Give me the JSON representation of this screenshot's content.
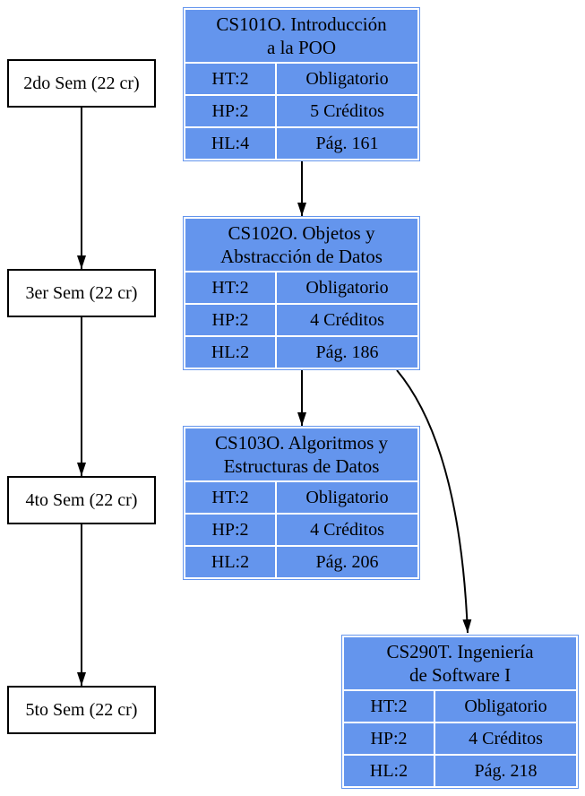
{
  "colors": {
    "card_fill": "#6495ED",
    "node_border": "#000000",
    "edge": "#000000",
    "background": "#ffffff"
  },
  "semesters": [
    {
      "label": "2do Sem (22 cr)"
    },
    {
      "label": "3er Sem (22 cr)"
    },
    {
      "label": "4to Sem (22 cr)"
    },
    {
      "label": "5to Sem (22 cr)"
    }
  ],
  "courses": [
    {
      "title_lines": [
        "CS101O. Introducción",
        "a la POO"
      ],
      "rows": [
        [
          "HT:2",
          "Obligatorio"
        ],
        [
          "HP:2",
          "5 Créditos"
        ],
        [
          "HL:4",
          "Pág. 161"
        ]
      ]
    },
    {
      "title_lines": [
        "CS102O. Objetos y",
        "Abstracción de Datos"
      ],
      "rows": [
        [
          "HT:2",
          "Obligatorio"
        ],
        [
          "HP:2",
          "4 Créditos"
        ],
        [
          "HL:2",
          "Pág. 186"
        ]
      ]
    },
    {
      "title_lines": [
        "CS103O. Algoritmos y",
        "Estructuras de Datos"
      ],
      "rows": [
        [
          "HT:2",
          "Obligatorio"
        ],
        [
          "HP:2",
          "4 Créditos"
        ],
        [
          "HL:2",
          "Pág. 206"
        ]
      ]
    },
    {
      "title_lines": [
        "CS290T. Ingeniería",
        "de Software I"
      ],
      "rows": [
        [
          "HT:2",
          "Obligatorio"
        ],
        [
          "HP:2",
          "4 Créditos"
        ],
        [
          "HL:2",
          "Pág. 218"
        ]
      ]
    }
  ],
  "edges": [
    {
      "from": "2do Sem (22 cr)",
      "to": "3er Sem (22 cr)"
    },
    {
      "from": "3er Sem (22 cr)",
      "to": "4to Sem (22 cr)"
    },
    {
      "from": "4to Sem (22 cr)",
      "to": "5to Sem (22 cr)"
    },
    {
      "from": "CS101O",
      "to": "CS102O"
    },
    {
      "from": "CS102O",
      "to": "CS103O"
    },
    {
      "from": "CS102O",
      "to": "CS290T"
    }
  ]
}
